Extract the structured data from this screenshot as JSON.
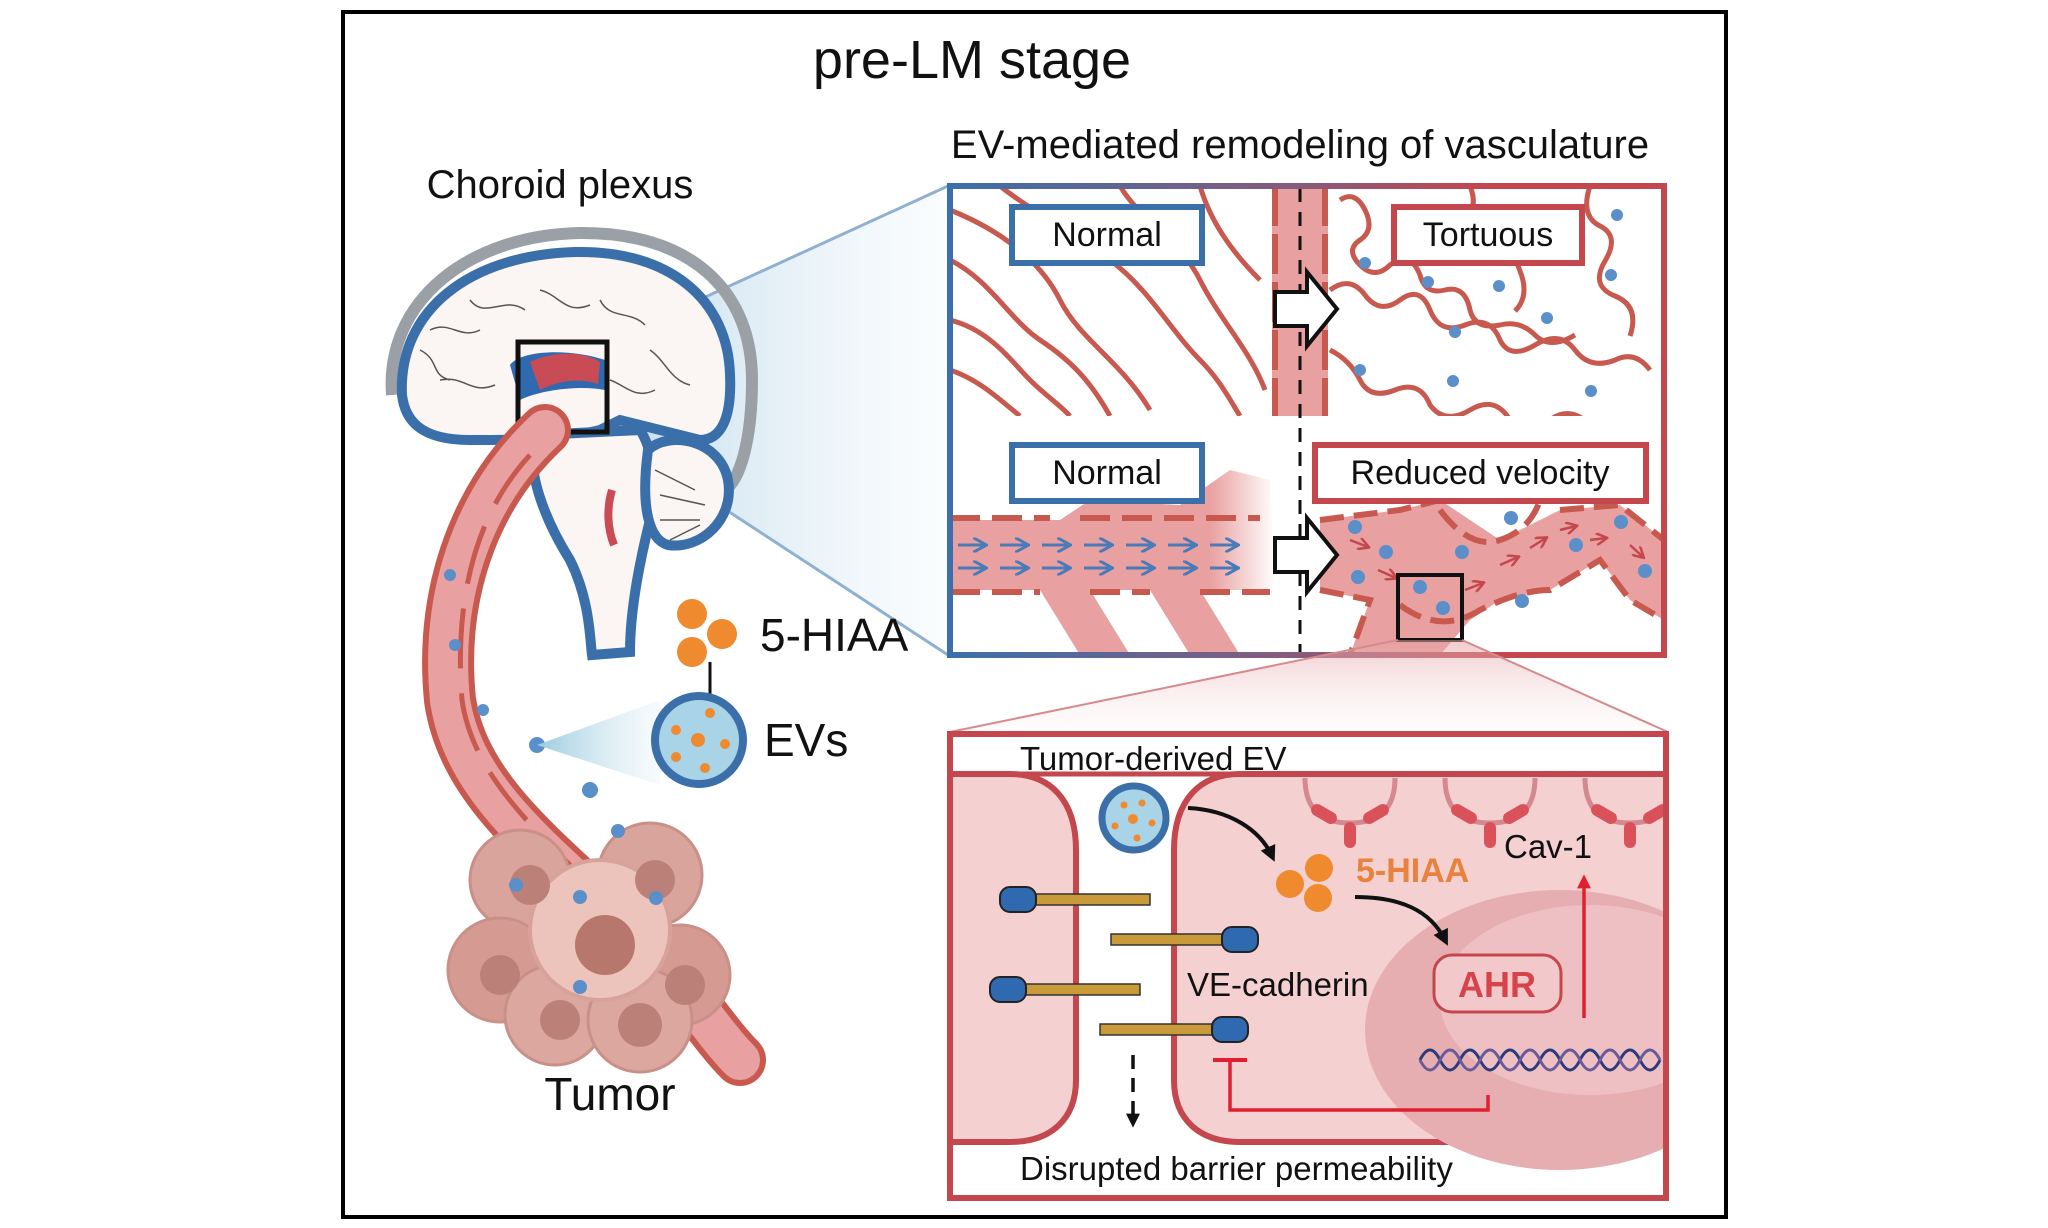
{
  "figure": {
    "title": "pre-LM stage",
    "section_title": "EV-mediated remodeling of vasculature"
  },
  "left_panel": {
    "region_label": "Choroid plexus",
    "metabolite_label": "5-HIAA",
    "vesicle_label": "EVs",
    "tumor_label": "Tumor"
  },
  "vasculature_panel": {
    "top_row": {
      "before_label": "Normal",
      "after_label": "Tortuous"
    },
    "bottom_row": {
      "before_label": "Normal",
      "after_label": "Reduced velocity"
    }
  },
  "mechanism_panel": {
    "ev_label": "Tumor-derived EV",
    "metabolite_label": "5-HIAA",
    "caveolin_label": "Cav-1",
    "junction_label": "VE-cadherin",
    "receptor_label": "AHR",
    "outcome_label": "Disrupted barrier permeability"
  },
  "colors": {
    "normal_blue": "#3b6faa",
    "disease_red": "#c3474d",
    "vessel_pink": "#e9a0a0",
    "vessel_wall": "#c8594f",
    "ev_orange": "#ef8a2f",
    "ahr_red": "#d6434b"
  }
}
